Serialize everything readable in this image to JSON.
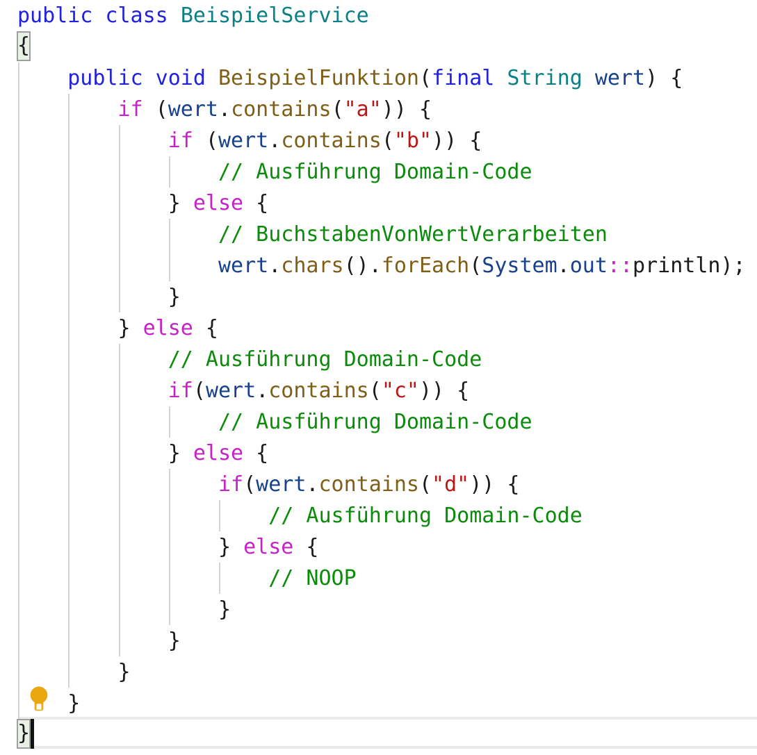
{
  "editor": {
    "language": "java",
    "background": "#ffffff",
    "caret": {
      "row": 24,
      "after_col": 1
    },
    "intention_bulb": {
      "row": 23,
      "icon": "lightbulb-icon"
    }
  },
  "palette": {
    "background": "#ffffff",
    "plain": "#1a1a1a",
    "keyword": "#2121e0",
    "flow_keyword": "#c722c7",
    "type_name": "#0d7f87",
    "method_name": "#7f5f18",
    "variable": "#17418d",
    "string": "#bb1717",
    "comment": "#0a8c0a",
    "indent_guide": "#d4d4d4",
    "brace_match_bg": "#e9f1e6",
    "brace_match_border": "#9f9f9f",
    "caret_color": "#111111",
    "caret_row_band": "#ebebeb",
    "bulb_color": "#e9a80d"
  },
  "code_lines": [
    {
      "n": 1,
      "segments": [
        {
          "text": "public class ",
          "style": "keyword"
        },
        {
          "text": "BeispielService",
          "style": "type_name"
        }
      ]
    },
    {
      "n": 2,
      "segments": [
        {
          "text": "{",
          "style": "brace_match"
        }
      ]
    },
    {
      "n": 3,
      "segments": [
        {
          "text": "    ",
          "style": "plain"
        },
        {
          "text": "public void ",
          "style": "keyword"
        },
        {
          "text": "BeispielFunktion",
          "style": "method_name"
        },
        {
          "text": "(",
          "style": "plain"
        },
        {
          "text": "final ",
          "style": "keyword"
        },
        {
          "text": "String",
          "style": "type_name"
        },
        {
          "text": " ",
          "style": "plain"
        },
        {
          "text": "wert",
          "style": "variable"
        },
        {
          "text": ") {",
          "style": "plain"
        }
      ]
    },
    {
      "n": 4,
      "segments": [
        {
          "text": "        ",
          "style": "plain"
        },
        {
          "text": "if",
          "style": "flow_keyword"
        },
        {
          "text": " (",
          "style": "plain"
        },
        {
          "text": "wert",
          "style": "variable"
        },
        {
          "text": ".",
          "style": "plain"
        },
        {
          "text": "contains",
          "style": "method_name"
        },
        {
          "text": "(",
          "style": "plain"
        },
        {
          "text": "\"a\"",
          "style": "string"
        },
        {
          "text": ")) {",
          "style": "plain"
        }
      ]
    },
    {
      "n": 5,
      "segments": [
        {
          "text": "            ",
          "style": "plain"
        },
        {
          "text": "if",
          "style": "flow_keyword"
        },
        {
          "text": " (",
          "style": "plain"
        },
        {
          "text": "wert",
          "style": "variable"
        },
        {
          "text": ".",
          "style": "plain"
        },
        {
          "text": "contains",
          "style": "method_name"
        },
        {
          "text": "(",
          "style": "plain"
        },
        {
          "text": "\"b\"",
          "style": "string"
        },
        {
          "text": ")) {",
          "style": "plain"
        }
      ]
    },
    {
      "n": 6,
      "segments": [
        {
          "text": "                ",
          "style": "plain"
        },
        {
          "text": "// Ausführung Domain-Code",
          "style": "comment"
        }
      ]
    },
    {
      "n": 7,
      "segments": [
        {
          "text": "            } ",
          "style": "plain"
        },
        {
          "text": "else",
          "style": "flow_keyword"
        },
        {
          "text": " {",
          "style": "plain"
        }
      ]
    },
    {
      "n": 8,
      "segments": [
        {
          "text": "                ",
          "style": "plain"
        },
        {
          "text": "// BuchstabenVonWertVerarbeiten",
          "style": "comment"
        }
      ]
    },
    {
      "n": 9,
      "segments": [
        {
          "text": "                ",
          "style": "plain"
        },
        {
          "text": "wert",
          "style": "variable"
        },
        {
          "text": ".",
          "style": "plain"
        },
        {
          "text": "chars",
          "style": "method_name"
        },
        {
          "text": "().",
          "style": "plain"
        },
        {
          "text": "forEach",
          "style": "method_name"
        },
        {
          "text": "(",
          "style": "plain"
        },
        {
          "text": "System",
          "style": "variable"
        },
        {
          "text": ".",
          "style": "plain"
        },
        {
          "text": "out",
          "style": "variable"
        },
        {
          "text": "::",
          "style": "flow_keyword"
        },
        {
          "text": "println",
          "style": "plain"
        },
        {
          "text": ");",
          "style": "plain"
        }
      ]
    },
    {
      "n": 10,
      "segments": [
        {
          "text": "            }",
          "style": "plain"
        }
      ]
    },
    {
      "n": 11,
      "segments": [
        {
          "text": "        } ",
          "style": "plain"
        },
        {
          "text": "else",
          "style": "flow_keyword"
        },
        {
          "text": " {",
          "style": "plain"
        }
      ]
    },
    {
      "n": 12,
      "segments": [
        {
          "text": "            ",
          "style": "plain"
        },
        {
          "text": "// Ausführung Domain-Code",
          "style": "comment"
        }
      ]
    },
    {
      "n": 13,
      "segments": [
        {
          "text": "            ",
          "style": "plain"
        },
        {
          "text": "if",
          "style": "flow_keyword"
        },
        {
          "text": "(",
          "style": "plain"
        },
        {
          "text": "wert",
          "style": "variable"
        },
        {
          "text": ".",
          "style": "plain"
        },
        {
          "text": "contains",
          "style": "method_name"
        },
        {
          "text": "(",
          "style": "plain"
        },
        {
          "text": "\"c\"",
          "style": "string"
        },
        {
          "text": ")) {",
          "style": "plain"
        }
      ]
    },
    {
      "n": 14,
      "segments": [
        {
          "text": "                ",
          "style": "plain"
        },
        {
          "text": "// Ausführung Domain-Code",
          "style": "comment"
        }
      ]
    },
    {
      "n": 15,
      "segments": [
        {
          "text": "            } ",
          "style": "plain"
        },
        {
          "text": "else",
          "style": "flow_keyword"
        },
        {
          "text": " {",
          "style": "plain"
        }
      ]
    },
    {
      "n": 16,
      "segments": [
        {
          "text": "                ",
          "style": "plain"
        },
        {
          "text": "if",
          "style": "flow_keyword"
        },
        {
          "text": "(",
          "style": "plain"
        },
        {
          "text": "wert",
          "style": "variable"
        },
        {
          "text": ".",
          "style": "plain"
        },
        {
          "text": "contains",
          "style": "method_name"
        },
        {
          "text": "(",
          "style": "plain"
        },
        {
          "text": "\"d\"",
          "style": "string"
        },
        {
          "text": ")) {",
          "style": "plain"
        }
      ]
    },
    {
      "n": 17,
      "segments": [
        {
          "text": "                    ",
          "style": "plain"
        },
        {
          "text": "// Ausführung Domain-Code",
          "style": "comment"
        }
      ]
    },
    {
      "n": 18,
      "segments": [
        {
          "text": "                } ",
          "style": "plain"
        },
        {
          "text": "else",
          "style": "flow_keyword"
        },
        {
          "text": " {",
          "style": "plain"
        }
      ]
    },
    {
      "n": 19,
      "segments": [
        {
          "text": "                    ",
          "style": "plain"
        },
        {
          "text": "// NOOP",
          "style": "comment"
        }
      ]
    },
    {
      "n": 20,
      "segments": [
        {
          "text": "                }",
          "style": "plain"
        }
      ]
    },
    {
      "n": 21,
      "segments": [
        {
          "text": "            }",
          "style": "plain"
        }
      ]
    },
    {
      "n": 22,
      "segments": [
        {
          "text": "        }",
          "style": "plain"
        }
      ]
    },
    {
      "n": 23,
      "segments": [
        {
          "text": "    }",
          "style": "plain"
        }
      ]
    },
    {
      "n": 24,
      "segments": [
        {
          "text": "}",
          "style": "brace_match"
        }
      ]
    }
  ]
}
